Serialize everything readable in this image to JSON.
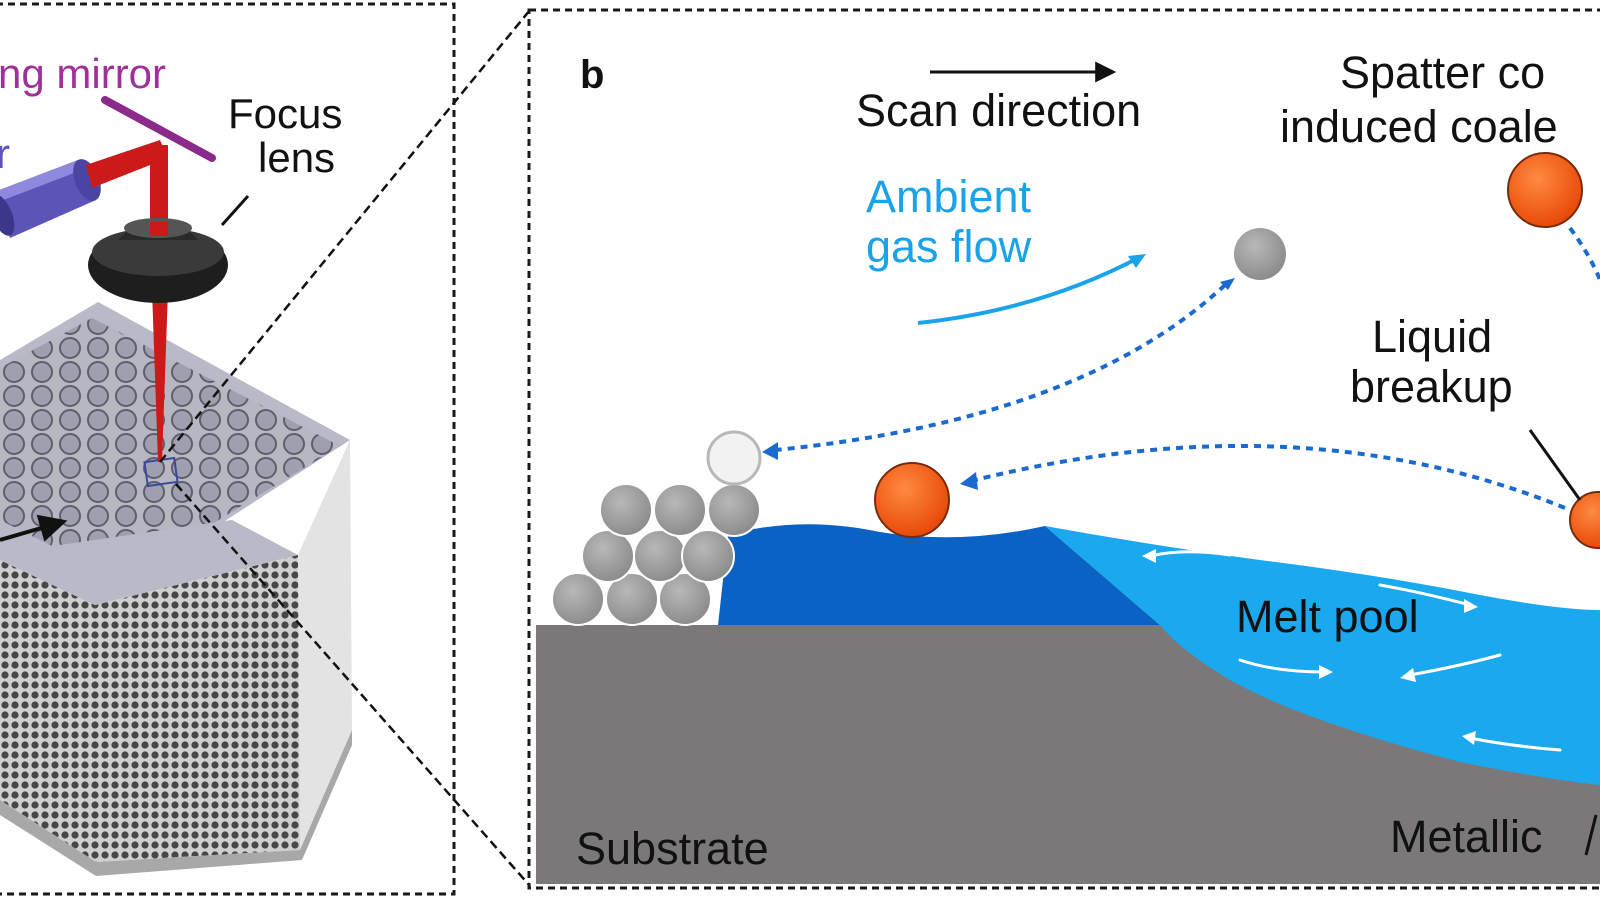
{
  "panel_a": {
    "labels": {
      "mirror": "ng mirror",
      "laser": "r",
      "focus_line1": "Focus",
      "focus_line2": "lens"
    }
  },
  "panel_b": {
    "letter": "b",
    "scan_direction": "Scan direction",
    "ambient_line1": "Ambient",
    "ambient_line2": "gas flow",
    "spatter_line1": "Spatter co",
    "spatter_line2": "induced coale",
    "liquid_line1": "Liquid",
    "liquid_line2": "breakup",
    "melt_pool": "Melt pool",
    "substrate": "Substrate",
    "metallic": "Metallic"
  },
  "colors": {
    "mirror_label": "#a0309a",
    "laser_beam": "#cc1a1a",
    "ambient": "#1aa3e8",
    "trajectory": "#1a6ad0",
    "substrate": "#7a7878",
    "solidified": "#0a62c4",
    "melt_pool": "#1aa8ef",
    "spatter": "#f05a10",
    "powder": "#9c9c9c"
  }
}
